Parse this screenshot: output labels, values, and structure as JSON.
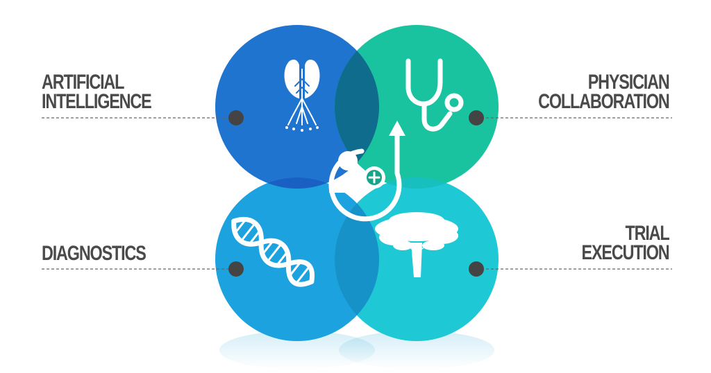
{
  "labels": {
    "top_left": [
      "ARTIFICIAL",
      "INTELLIGENCE"
    ],
    "top_right": [
      "PHYSICIAN",
      "COLLABORATION"
    ],
    "bottom_left": [
      "DIAGNOSTICS"
    ],
    "bottom_right": [
      "TRIAL",
      "EXECUTION"
    ]
  },
  "colors": {
    "top_left_circle": "#1f74d0",
    "top_right_circle": "#19c3a0",
    "bottom_left_circle": "#1ca3df",
    "bottom_right_circle": "#1ec8d4",
    "overlap_top": "#0f6c8c",
    "overlap_left": "#1960c2",
    "overlap_right": "#17bfbf",
    "overlap_bottom": "#1692c8",
    "text": "#4a4a4a",
    "connector": "#666666",
    "dot": "#444444"
  },
  "icons": {
    "top_left": "brain-tree-icon",
    "top_right": "stethoscope-icon",
    "bottom_left": "dna-icon",
    "bottom_right": "tree-icon",
    "center": "user-add-cycle-icon"
  }
}
